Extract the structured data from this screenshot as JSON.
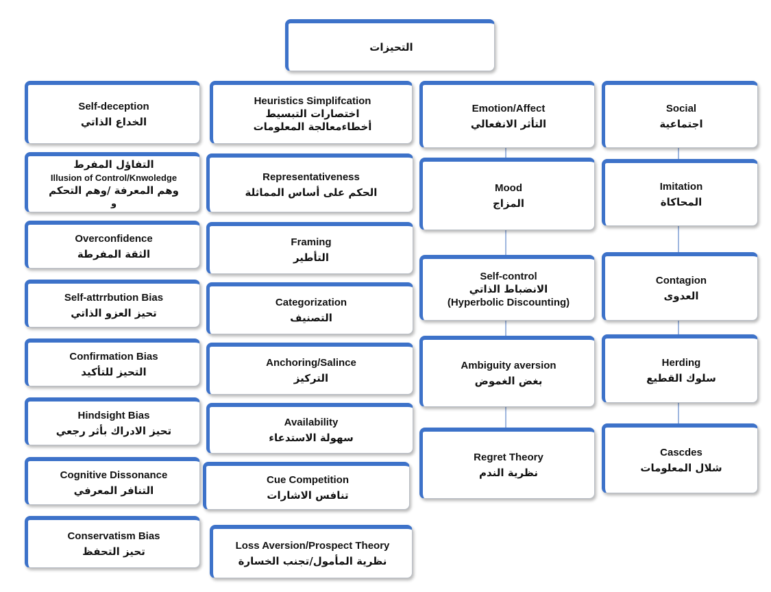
{
  "root": {
    "title": "التحيزات"
  },
  "columns": [
    {
      "key": "self",
      "header": [
        "Self-deception",
        "الخداع الذاتي"
      ],
      "items": [
        [
          "التفاؤل المفرط",
          "Illusion of Control/Knwoledge",
          "وهم المعرفة /وهم التحكم",
          "و"
        ],
        [
          "Overconfidence",
          "الثقة المفرطة"
        ],
        [
          "Self-attrrbution Bias",
          "تحيز العزو الذاتي"
        ],
        [
          "Confirmation Bias",
          "التحيز للتأكيد"
        ],
        [
          "Hindsight Bias",
          "تحيز الادراك بأثر رجعي"
        ],
        [
          "Cognitive Dissonance",
          "التنافر المعرفي"
        ],
        [
          "Conservatism Bias",
          "تحيز التحفظ"
        ]
      ]
    },
    {
      "key": "heur",
      "header": [
        "Heuristics Simplifcation",
        "اختصارات التبسيط",
        "أخطاءمعالجة المعلومات"
      ],
      "items": [
        [
          "Representativeness",
          "الحكم على أساس المماثلة"
        ],
        [
          "Framing",
          "التأطير"
        ],
        [
          "Categorization",
          "التصنيف"
        ],
        [
          "Anchoring/Salince",
          "التركيز"
        ],
        [
          "Availability",
          "سهولة الاستدعاء"
        ],
        [
          "Cue Competition",
          "تنافس الاشارات"
        ],
        [
          "Loss Aversion/Prospect Theory",
          "نظرية المأمول/تجنب الخسارة"
        ]
      ]
    },
    {
      "key": "emo",
      "header": [
        "Emotion/Affect",
        "التأثر الانفعالي"
      ],
      "items": [
        [
          "Mood",
          "المزاج"
        ],
        [
          "Self-control",
          "الانضباط الذاتي",
          "(Hyperbolic Discounting)"
        ],
        [
          "Ambiguity aversion",
          "بغض الغموض"
        ],
        [
          "Regret Theory",
          "نظرية الندم"
        ]
      ]
    },
    {
      "key": "soc",
      "header": [
        "Social",
        "اجتماعية"
      ],
      "items": [
        [
          "Imitation",
          "المحاكاة"
        ],
        [
          "Contagion",
          "العدوى"
        ],
        [
          "Herding",
          "سلوك القطيع"
        ],
        [
          "Cascdes",
          "شلال المعلومات"
        ]
      ]
    }
  ],
  "colors": {
    "accent": "#3d72c9",
    "line": "#7f9fd4"
  }
}
